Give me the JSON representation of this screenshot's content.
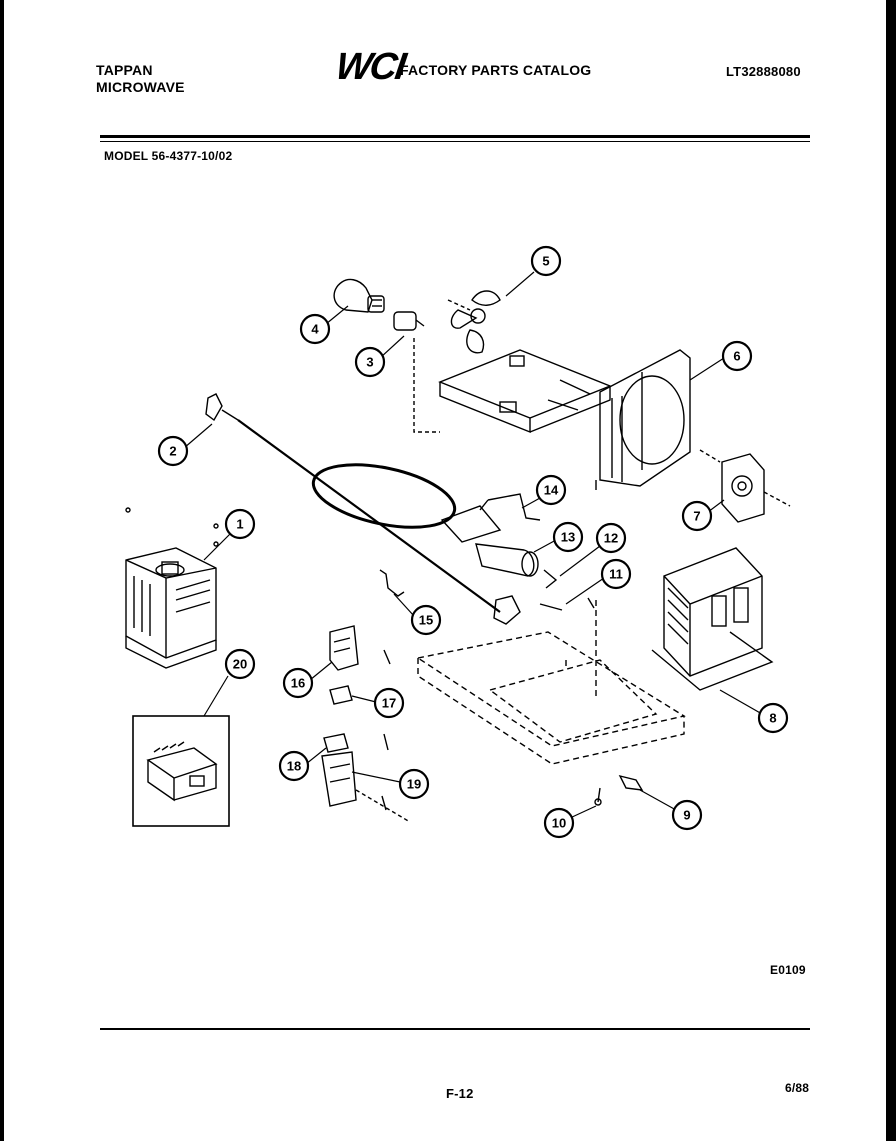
{
  "header": {
    "brand_line1": "TAPPAN",
    "brand_line2": "MICROWAVE",
    "logo_text": "WCI",
    "catalog_title": "FACTORY PARTS CATALOG",
    "catalog_number": "LT32888080"
  },
  "model_line": "MODEL 56-4377-10/02",
  "diagram": {
    "figure_id": "E0109",
    "callouts": [
      "1",
      "2",
      "3",
      "4",
      "5",
      "6",
      "7",
      "8",
      "9",
      "10",
      "11",
      "12",
      "13",
      "14",
      "15",
      "16",
      "17",
      "18",
      "19",
      "20"
    ]
  },
  "footer": {
    "page_number": "F-12",
    "date": "6/88"
  }
}
